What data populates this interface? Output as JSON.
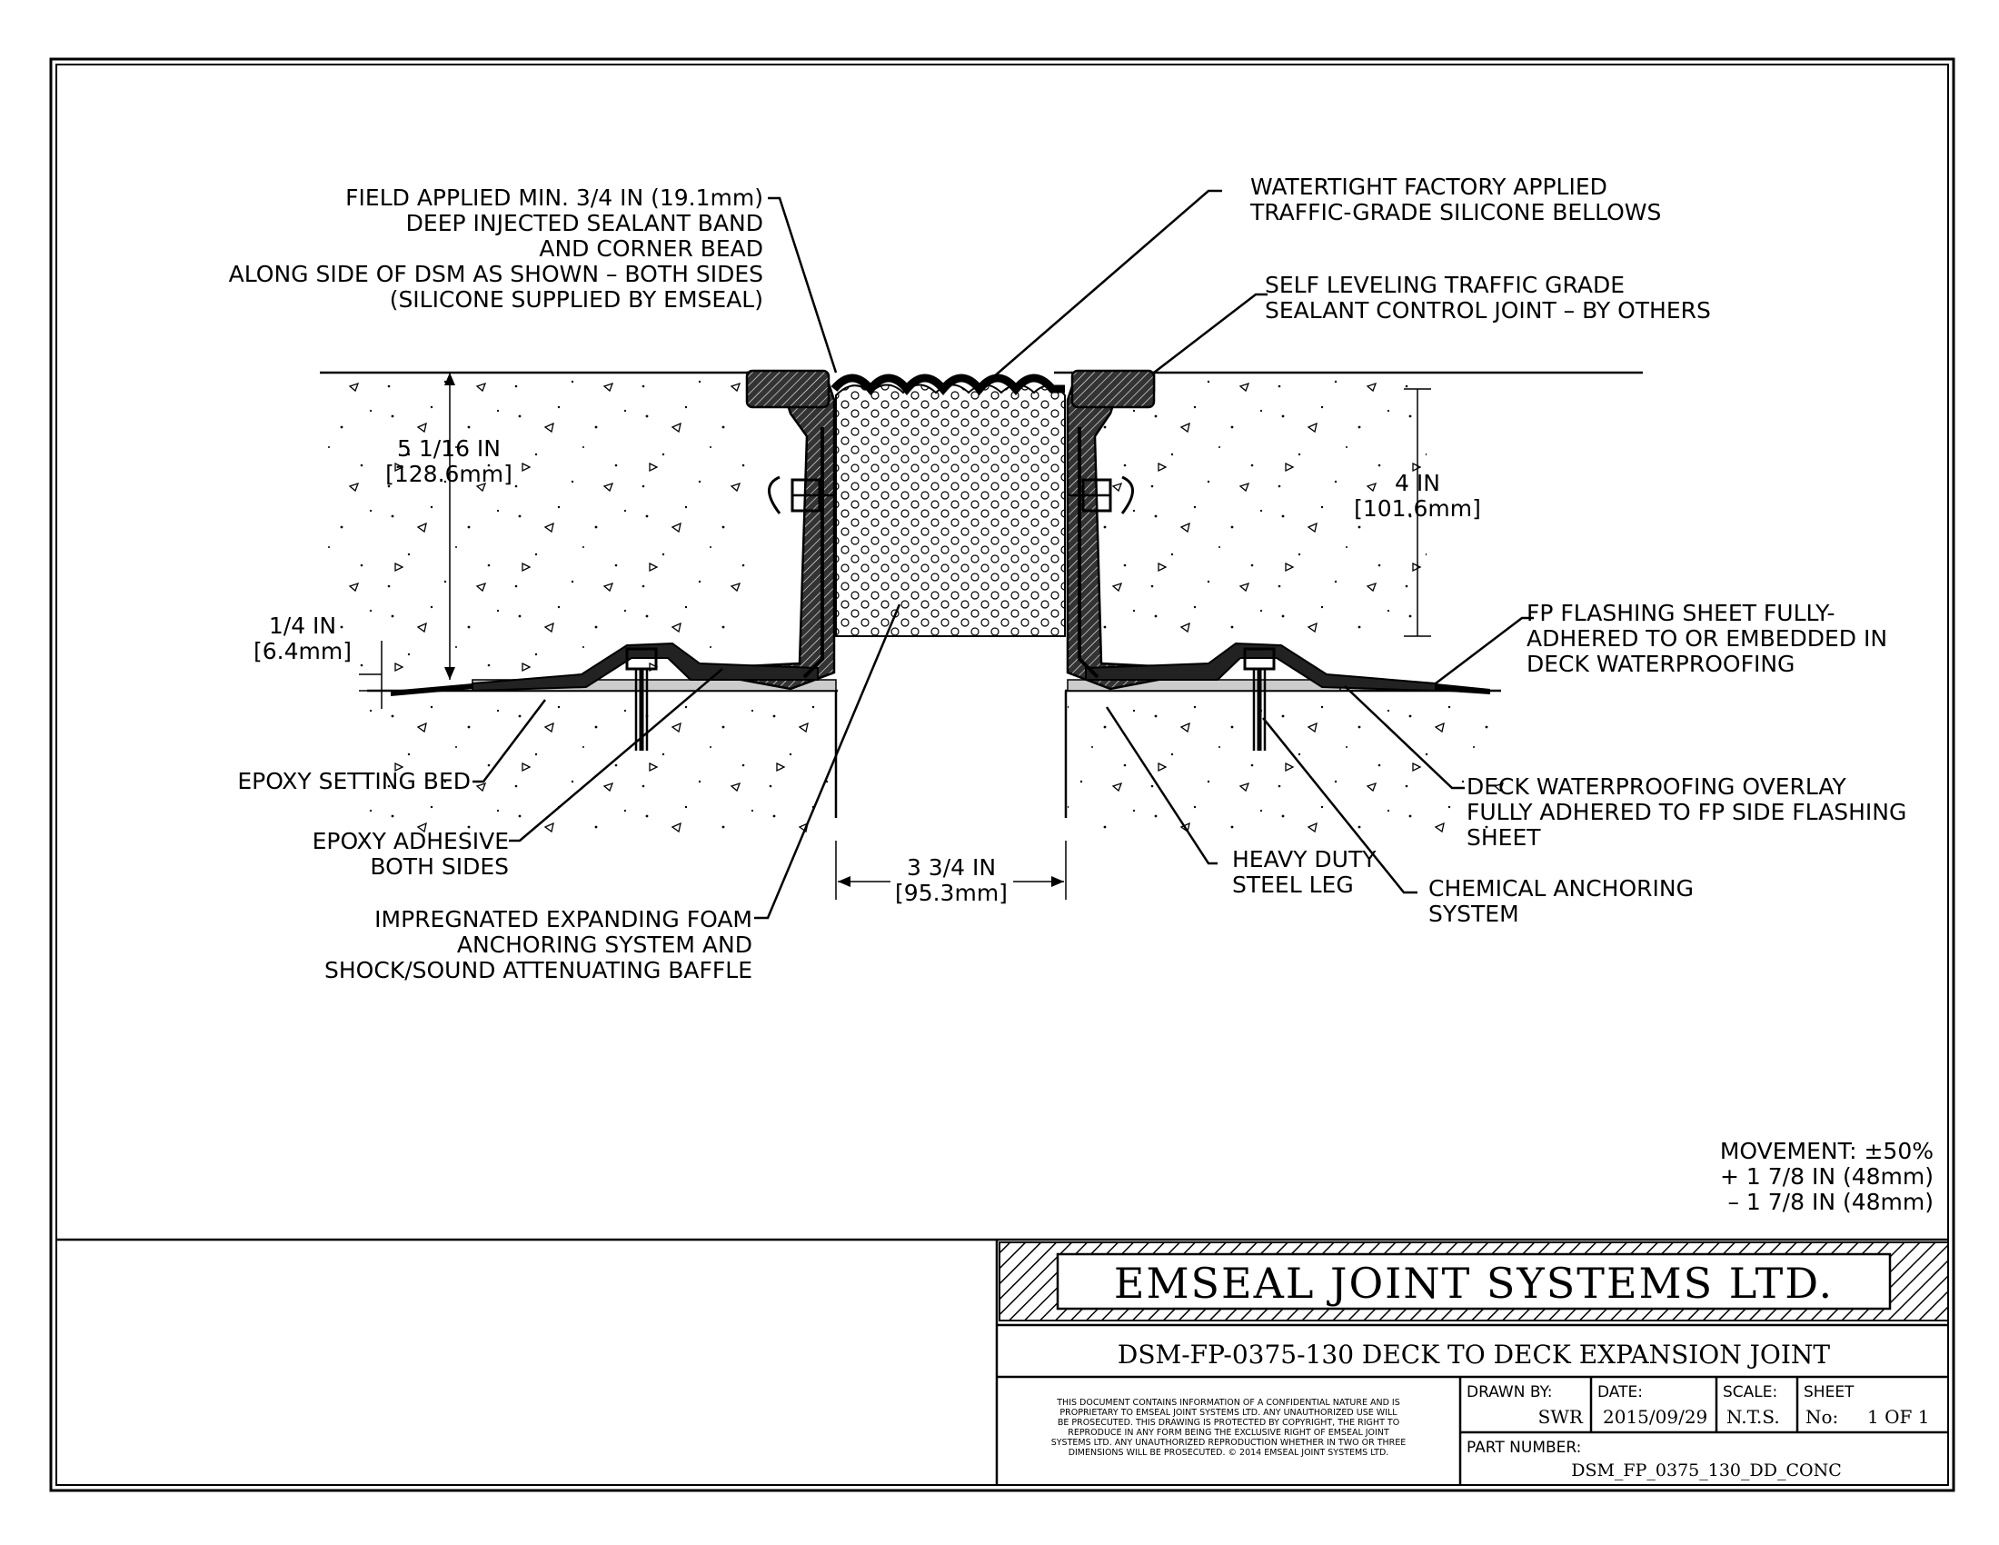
{
  "callouts": {
    "field_applied": [
      "FIELD APPLIED MIN. 3/4 IN (19.1mm)",
      "DEEP INJECTED SEALANT BAND",
      "AND CORNER BEAD",
      "ALONG SIDE OF DSM AS SHOWN – BOTH SIDES",
      "(SILICONE SUPPLIED BY EMSEAL)"
    ],
    "bellows": [
      "WATERTIGHT FACTORY APPLIED",
      "TRAFFIC-GRADE SILICONE BELLOWS"
    ],
    "self_leveling": [
      "SELF LEVELING TRAFFIC GRADE",
      "SEALANT CONTROL JOINT – BY OTHERS"
    ],
    "fp_flashing": [
      "FP FLASHING SHEET FULLY-",
      "ADHERED TO OR EMBEDDED IN",
      "DECK WATERPROOFING"
    ],
    "epoxy_bed": [
      "EPOXY SETTING BED"
    ],
    "epoxy_adhesive": [
      "EPOXY ADHESIVE",
      "BOTH SIDES"
    ],
    "foam": [
      "IMPREGNATED EXPANDING FOAM",
      "ANCHORING SYSTEM AND",
      "SHOCK/SOUND ATTENUATING BAFFLE"
    ],
    "steel_leg": [
      "HEAVY DUTY",
      "STEEL LEG"
    ],
    "chemical": [
      "CHEMICAL ANCHORING",
      "SYSTEM"
    ],
    "overlay": [
      "DECK WATERPROOFING OVERLAY",
      "FULLY ADHERED TO FP SIDE FLASHING",
      "SHEET"
    ]
  },
  "dimensions": {
    "left_depth": [
      "5 1/16 IN",
      "[128.6mm]"
    ],
    "right_depth": [
      "4 IN",
      "[101.6mm]"
    ],
    "step": [
      "1/4 IN",
      "[6.4mm]"
    ],
    "gap": [
      "3 3/4 IN",
      "[95.3mm]"
    ]
  },
  "movement": [
    "MOVEMENT: ±50%",
    "+ 1 7/8 IN (48mm)",
    "– 1 7/8 IN (48mm)"
  ],
  "title_block": {
    "company": "EMSEAL JOINT SYSTEMS LTD.",
    "drawing_title": "DSM-FP-0375-130 DECK TO DECK EXPANSION JOINT",
    "notice": [
      "THIS DOCUMENT CONTAINS INFORMATION OF A CONFIDENTIAL NATURE AND IS",
      "PROPRIETARY TO EMSEAL JOINT SYSTEMS LTD. ANY UNAUTHORIZED USE WILL",
      "BE PROSECUTED. THIS DRAWING IS PROTECTED BY COPYRIGHT, THE RIGHT TO",
      "REPRODUCE IN ANY FORM BEING THE EXCLUSIVE RIGHT OF EMSEAL JOINT",
      "SYSTEMS LTD. ANY UNAUTHORIZED REPRODUCTION WHETHER IN TWO OR THREE",
      "DIMENSIONS WILL BE PROSECUTED. © 2014 EMSEAL JOINT SYSTEMS LTD."
    ],
    "drawn_by_label": "DRAWN BY:",
    "drawn_by": "SWR",
    "date_label": "DATE:",
    "date": "2015/09/29",
    "scale_label": "SCALE:",
    "scale": "N.T.S.",
    "sheet_label": "SHEET",
    "sheet_no_label": "No:",
    "sheet_no": "1 OF 1",
    "part_number_label": "PART NUMBER:",
    "part_number": "DSM_FP_0375_130_DD_CONC"
  }
}
